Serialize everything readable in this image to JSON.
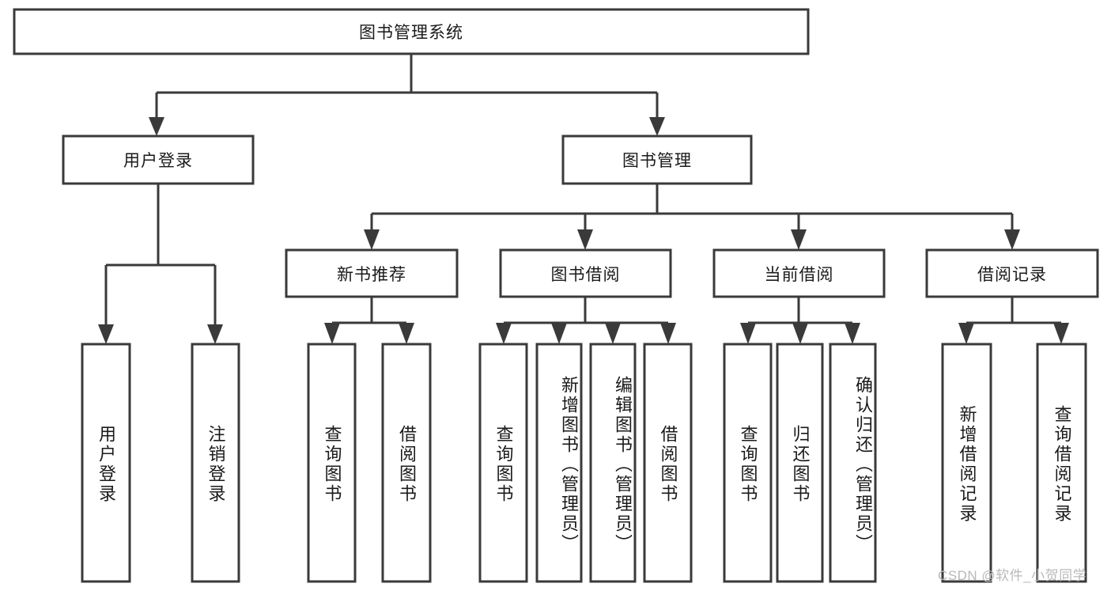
{
  "diagram": {
    "title": "图书管理系统",
    "type": "tree-hierarchy-diagram",
    "colors": {
      "box_fill": "#ffffff",
      "box_stroke": "#3a3a3a",
      "connector": "#3a3a3a",
      "text": "#1a1a1a",
      "watermark": "#b9b9b9"
    },
    "root": {
      "label": "图书管理系统"
    },
    "level1": [
      {
        "id": "user-login",
        "label": "用户登录"
      },
      {
        "id": "book-manage",
        "label": "图书管理"
      }
    ],
    "level2": [
      {
        "id": "new-book-recommend",
        "label": "新书推荐"
      },
      {
        "id": "book-borrow",
        "label": "图书借阅"
      },
      {
        "id": "current-borrow",
        "label": "当前借阅"
      },
      {
        "id": "borrow-record",
        "label": "借阅记录"
      }
    ],
    "leaves": {
      "user_login": [
        {
          "id": "leaf-user-login",
          "label": "用户登录"
        },
        {
          "id": "leaf-user-logout",
          "label": "注销登录"
        }
      ],
      "new_book_recommend": [
        {
          "id": "leaf-query-book-1",
          "label": "查询图书"
        },
        {
          "id": "leaf-borrow-book-1",
          "label": "借阅图书"
        }
      ],
      "book_borrow": [
        {
          "id": "leaf-query-book-2",
          "label": "查询图书"
        },
        {
          "id": "leaf-add-book",
          "label": "新增图书（管理员）"
        },
        {
          "id": "leaf-edit-book",
          "label": "编辑图书（管理员）"
        },
        {
          "id": "leaf-borrow-book-2",
          "label": "借阅图书"
        }
      ],
      "current_borrow": [
        {
          "id": "leaf-query-book-3",
          "label": "查询图书"
        },
        {
          "id": "leaf-return-book",
          "label": "归还图书"
        },
        {
          "id": "leaf-confirm-return",
          "label": "确认归还（管理员）"
        }
      ],
      "borrow_record": [
        {
          "id": "leaf-add-record",
          "label": "新增借阅记录"
        },
        {
          "id": "leaf-query-record",
          "label": "查询借阅记录"
        }
      ]
    }
  },
  "watermark": {
    "text": "CSDN @软件_小贺同学"
  }
}
